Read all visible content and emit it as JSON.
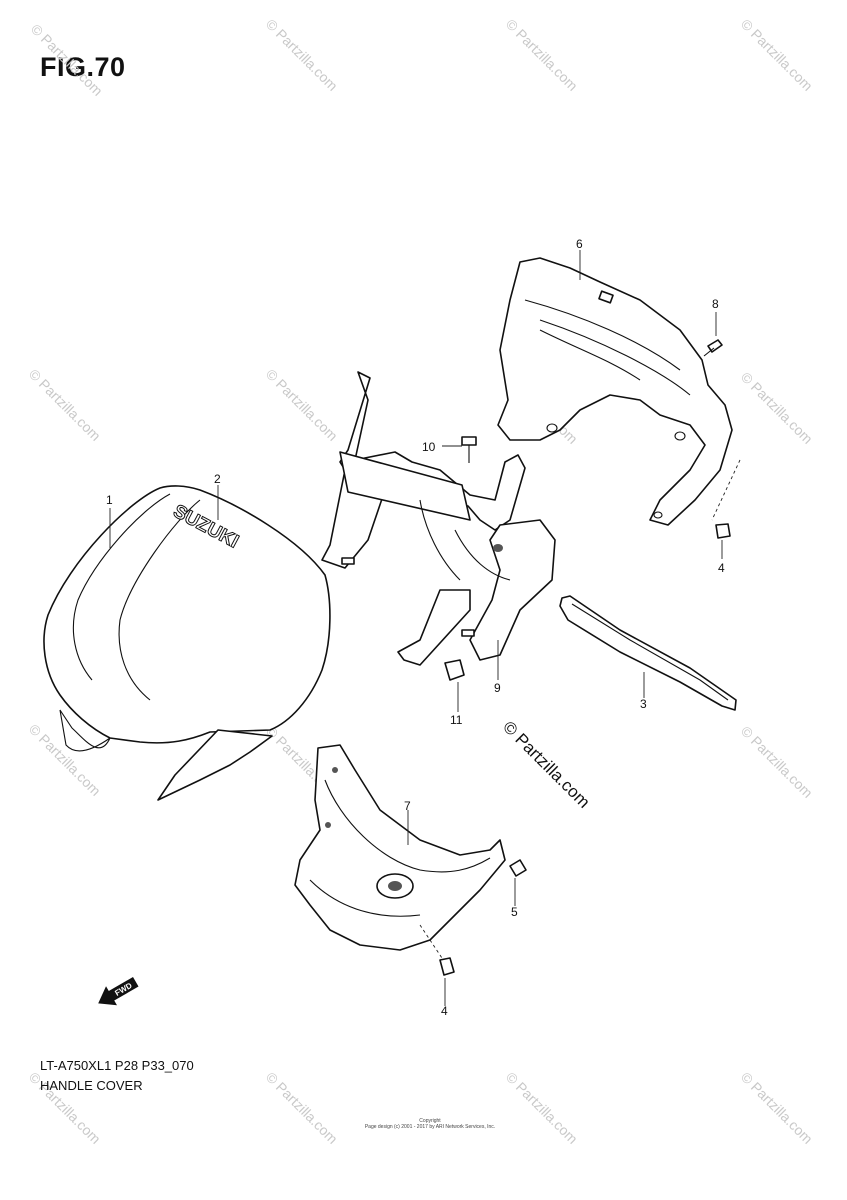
{
  "figure": {
    "title": "FIG.70",
    "model_code": "LT-A750XL1 P28 P33_070",
    "section_name": "HANDLE COVER",
    "brand_text": "SUZUKI",
    "fwd_text": "FWD"
  },
  "callouts": [
    "1",
    "2",
    "3",
    "4",
    "4",
    "5",
    "6",
    "7",
    "8",
    "9",
    "10",
    "11"
  ],
  "watermark": {
    "text": "© Partzilla.com",
    "main_text": "© Partzilla.com"
  },
  "copyright": {
    "line1": "Copyright",
    "line2": "Page design (c) 2001 - 2017 by ARI Network Services, Inc."
  }
}
